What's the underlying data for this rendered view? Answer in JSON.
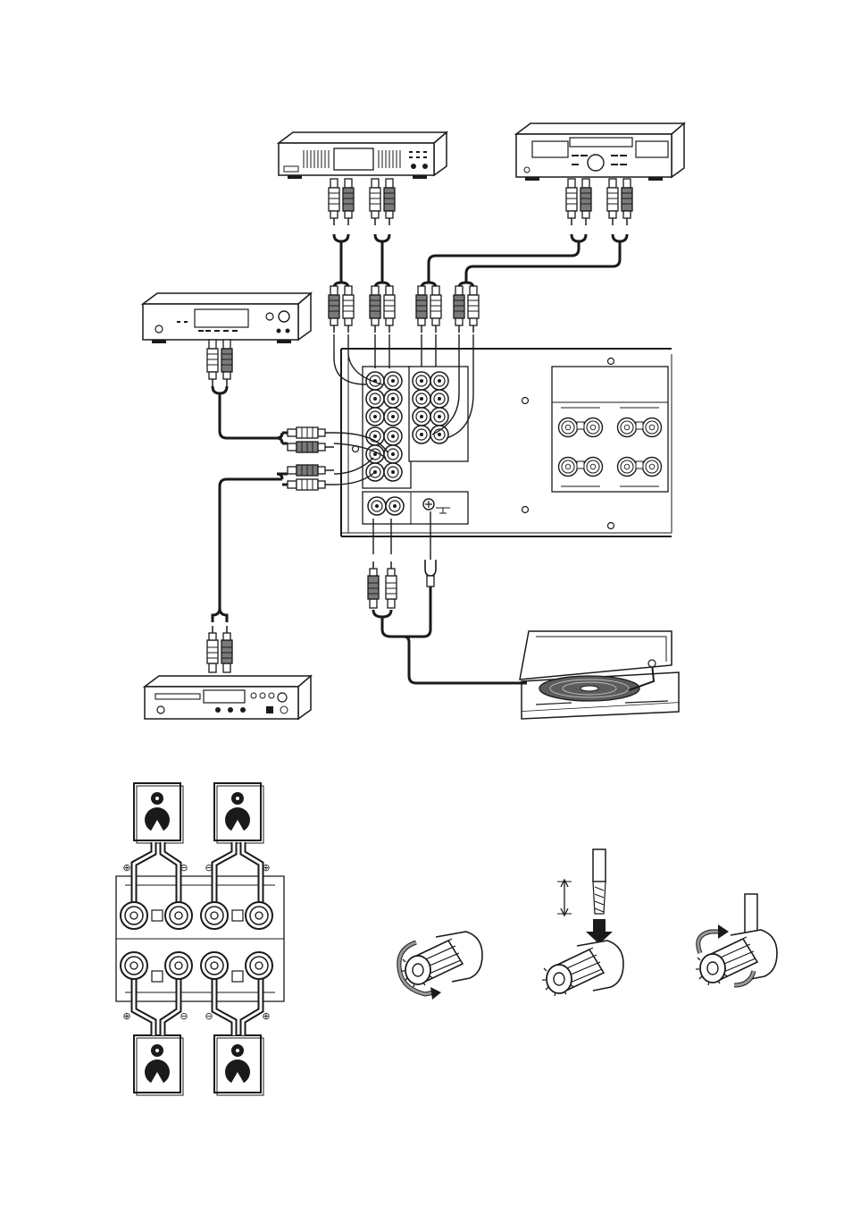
{
  "diagram": {
    "devices": {
      "tuner": "tuner",
      "tape_deck": "cassette-deck",
      "cd_player": "cd-player",
      "dvd_player": "cd-recorder",
      "turntable": "turntable",
      "amplifier": "amplifier-rear-panel"
    },
    "speakers": {
      "plus_symbol": "⊕",
      "minus_symbol": "⊖"
    },
    "colors": {
      "line": "#1a1a1a",
      "panel": "#ffffff",
      "shade": "#9a9a9a"
    }
  }
}
